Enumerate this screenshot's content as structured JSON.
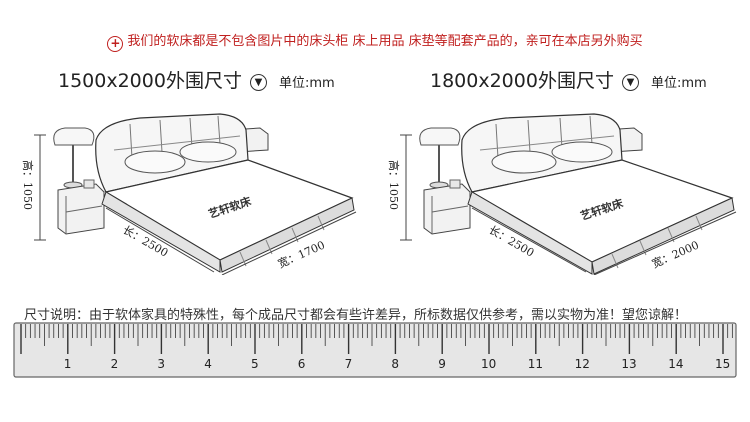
{
  "notice": {
    "icon": "plus-circle-icon",
    "text": "我们的软床都是不包含图片中的床头柜 床上用品 床垫等配套产品的，亲可在本店另外购买"
  },
  "left_bed": {
    "title": "1500x2000外围尺寸",
    "unit": "单位:mm",
    "height_label": "高：1050",
    "length_label": "长：2500",
    "width_label": "宽：1700",
    "brand_text": "艺轩软床"
  },
  "right_bed": {
    "title": "1800x2000外围尺寸",
    "unit": "单位:mm",
    "height_label": "高：1050",
    "length_label": "长：2500",
    "width_label": "宽：2000",
    "brand_text": "艺轩软床"
  },
  "disclaimer": "尺寸说明：由于软体家具的特殊性，每个成品尺寸都会有些许差异，所标数据仅供参考，需以实物为准！望您谅解！",
  "ruler": {
    "labels": [
      "1",
      "2",
      "3",
      "4",
      "5",
      "6",
      "7",
      "8",
      "9",
      "10",
      "11",
      "12",
      "13",
      "14",
      "15"
    ]
  },
  "colors": {
    "notice": "#c0201f",
    "ruler_fill": "#e6e6e6"
  }
}
